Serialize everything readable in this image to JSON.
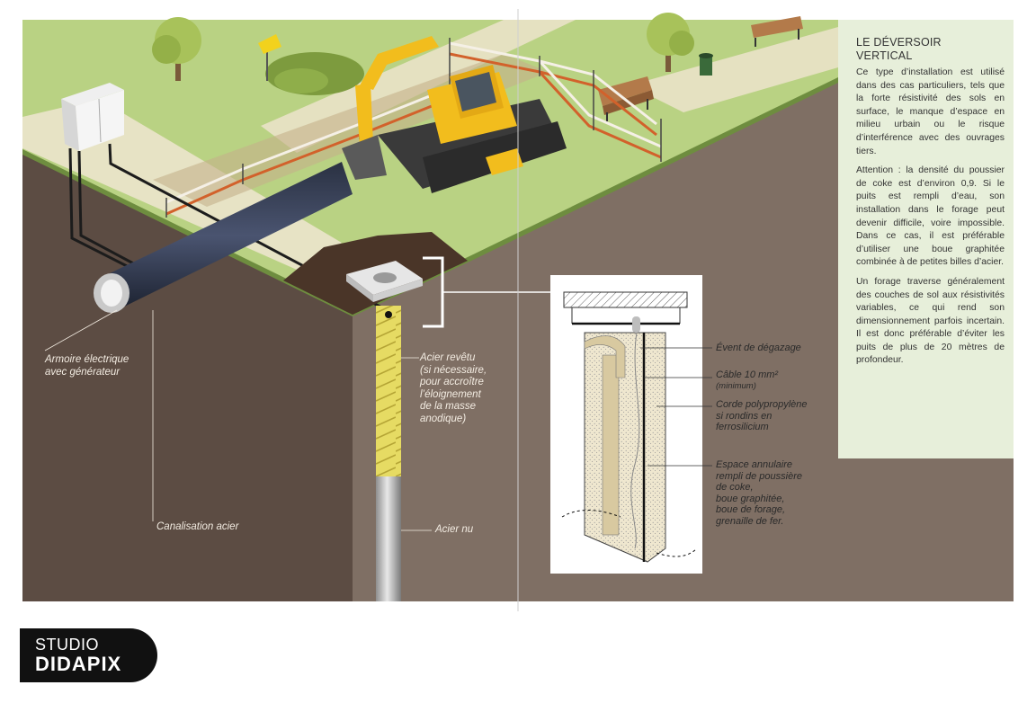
{
  "info": {
    "title_line1": "LE DÉVERSOIR",
    "title_line2": "VERTICAL",
    "paragraph1": "Ce type d’installation est utilisé dans des cas particuliers, tels que la forte résistivité des sols en surface, le manque d’espace en milieu urbain ou le risque d’interférence avec des ouvrages tiers.",
    "paragraph2": "Attention : la densité du poussier de coke est d’environ 0,9. Si le puits est rempli d’eau, son installation dans le forage peut devenir difficile, voire impossible. Dans ce cas, il est préférable d’utiliser une boue graphitée combinée à de petites billes d’acier.",
    "paragraph3": "Un forage traverse généralement des couches de sol aux résistivités variables, ce qui rend son dimensionnement parfois incertain. Il est donc préférable d’éviter les puits de plus de 20 mètres de profondeur."
  },
  "labels": {
    "armoire_line1": "Armoire électrique",
    "armoire_line2": "avec générateur",
    "canalisation": "Canalisation acier",
    "acier_revetu_line1": "Acier revêtu",
    "acier_revetu_line2": "(si nécessaire,",
    "acier_revetu_line3": "pour accroître",
    "acier_revetu_line4": "l’éloignement",
    "acier_revetu_line5": "de la masse",
    "acier_revetu_line6": "anodique)",
    "acier_nu": "Acier nu"
  },
  "detail": {
    "event": "Évent de dégazage",
    "cable": "Câble 10 mm²",
    "cable_min": "(minimum)",
    "corde_line1": "Corde polypropylène",
    "corde_line2": "si rondins en",
    "corde_line3": "ferrosilicium",
    "espace_line1": "Espace annulaire",
    "espace_line2": "rempli de poussière",
    "espace_line3": "de coke,",
    "espace_line4": "boue graphitée,",
    "espace_line5": "boue de forage,",
    "espace_line6": "grenaille de fer."
  },
  "logo": {
    "line1": "STUDIO",
    "line2": "DIDAPIX"
  },
  "colors": {
    "soil": "#7d6d63",
    "soil_dark": "#5a4a42",
    "grass": "#b5cf7e",
    "path": "#ece4cc",
    "excavator": "#f2bd1d",
    "coating": "#e6db63",
    "panel": "#e7efda"
  },
  "icons": [
    "electrical-cabinet-icon",
    "excavator-icon",
    "bench-icon",
    "trash-bin-icon",
    "tree-icon",
    "warning-sign-icon"
  ]
}
